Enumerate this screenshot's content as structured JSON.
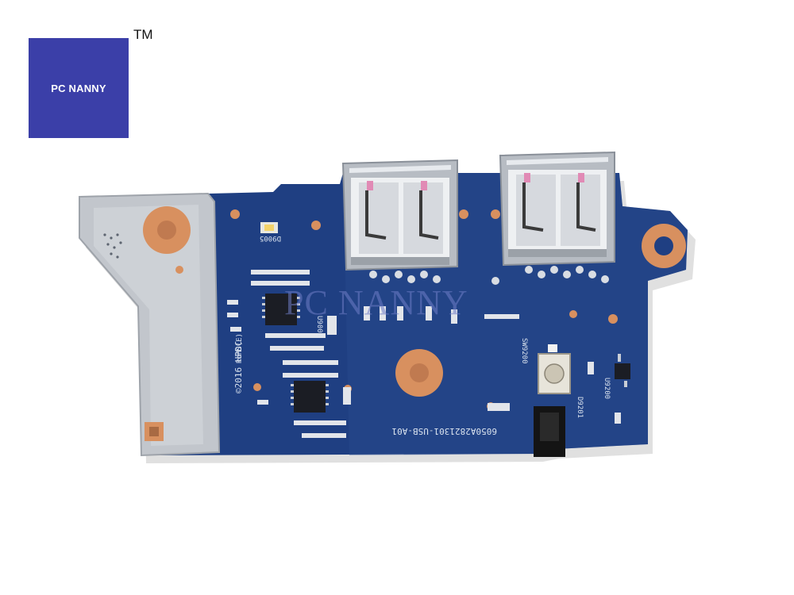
{
  "brand": {
    "logo_text": "PC NANNY",
    "trademark": "TM",
    "color_logo_bg": "#3b3fa8"
  },
  "board": {
    "color_pcb": "#1f3f82",
    "color_shield": "#c2c6cc",
    "color_pad": "#d8905f",
    "part_number": "6050A2821301-USB-A01",
    "copyright_text": "©2016 HPDC",
    "rohs_mark": "RoHS(E)",
    "refs": {
      "u9001": "U9001",
      "d9005": "D9005",
      "sw9200": "SW9200",
      "u9200": "U9200",
      "d9201": "D9201"
    }
  },
  "watermark": "PC NANNY",
  "icons": {
    "usb_port_left": "usb-a-port-icon",
    "usb_port_right": "usb-a-port-icon",
    "power_button": "push-button-icon",
    "led": "led-icon"
  }
}
